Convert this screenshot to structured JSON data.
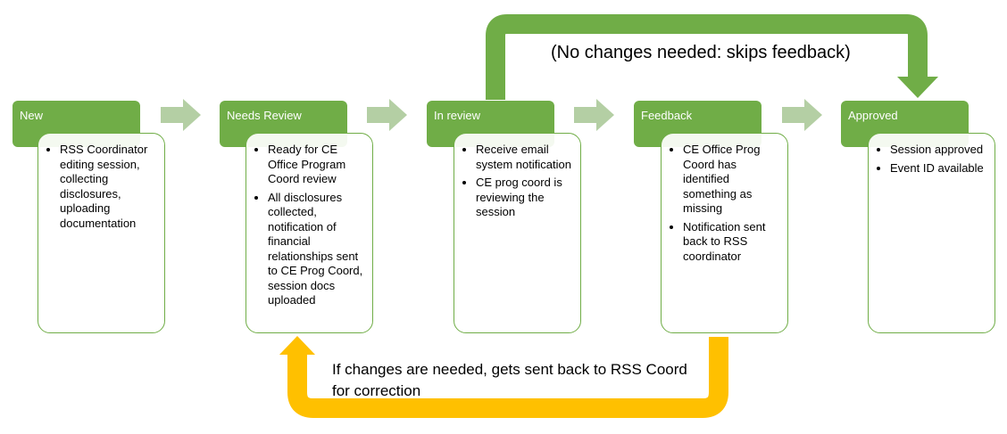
{
  "colors": {
    "stage_green": "#70ad47",
    "step_arrow": "#b4cfa4",
    "skip_arrow": "#70ad47",
    "return_arrow": "#ffc000"
  },
  "stages": [
    {
      "title": "New",
      "bullets": [
        "RSS Coordinator editing session, collecting disclosures, uploading documentation"
      ]
    },
    {
      "title": "Needs Review",
      "bullets": [
        "Ready for CE Office Program Coord review",
        "All disclosures collected, notification of financial relationships sent to CE Prog Coord, session docs uploaded"
      ]
    },
    {
      "title": "In review",
      "bullets": [
        "Receive email system notification",
        "CE prog coord is reviewing the session"
      ]
    },
    {
      "title": "Feedback",
      "bullets": [
        "CE Office Prog Coord has identified something as missing",
        "Notification sent back to RSS coordinator"
      ]
    },
    {
      "title": "Approved",
      "bullets": [
        "Session approved",
        "Event ID available"
      ]
    }
  ],
  "annotations": {
    "skip": "(No changes needed: skips feedback)",
    "return": "If changes are needed, gets sent back to RSS Coord for correction"
  }
}
